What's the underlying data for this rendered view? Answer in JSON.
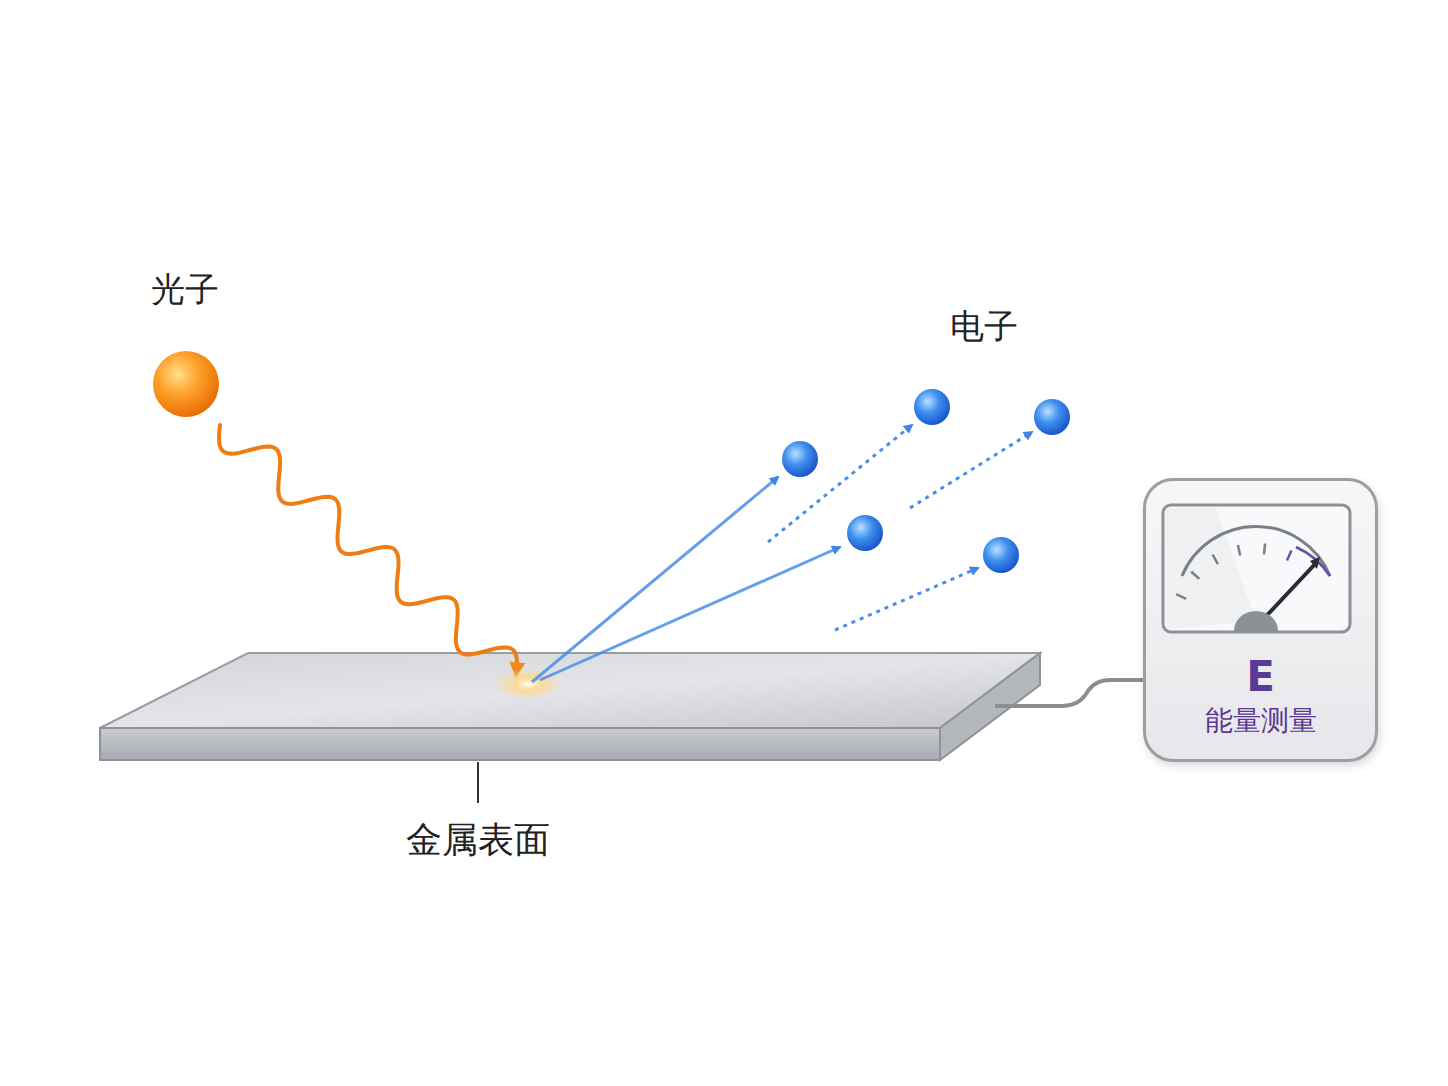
{
  "diagram": {
    "nodes": [
      {
        "text": [
          "E",
          "能量测量"
        ]
      }
    ],
    "labels": [
      "光子",
      "电子",
      "金属表面"
    ]
  }
}
